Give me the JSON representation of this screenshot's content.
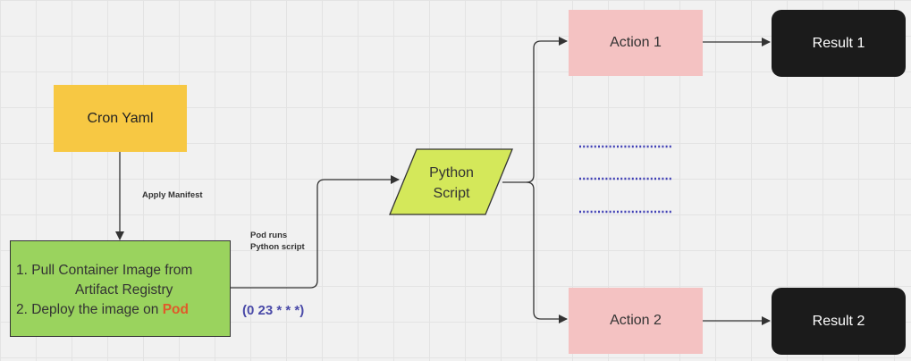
{
  "nodes": {
    "cron_yaml": "Cron Yaml",
    "steps": {
      "line1": "1. Pull Container Image from",
      "line2": "Artifact Registry",
      "line3_prefix": "2. Deploy the image on ",
      "line3_highlight": "Pod"
    },
    "python_script": {
      "line1": "Python",
      "line2": "Script"
    },
    "action1": "Action 1",
    "action2": "Action 2",
    "result1": "Result 1",
    "result2": "Result 2"
  },
  "edge_labels": {
    "apply_manifest": "Apply Manifest",
    "pod_runs_line1": "Pod runs",
    "pod_runs_line2": "Python script",
    "cron_schedule": "(0 23 * * *)"
  },
  "colors": {
    "cron_fill": "#f7c843",
    "steps_fill": "#9ad35e",
    "python_fill": "#d4e85a",
    "action_fill": "#f4c2c2",
    "result_fill": "#1b1b1b",
    "pod_highlight": "#e05a2a",
    "schedule_text": "#4a4aa8",
    "ellipsis_dots": "#3f3fb5"
  }
}
